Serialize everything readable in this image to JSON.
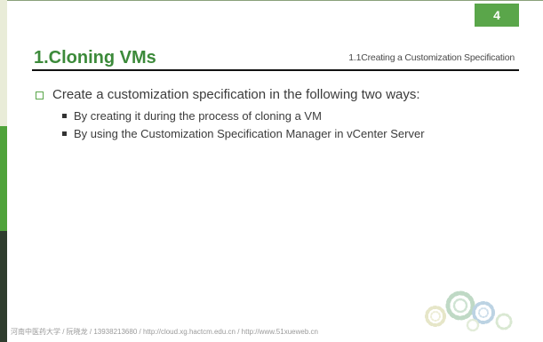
{
  "slide": {
    "page_number": "4",
    "title": "1.Cloning VMs",
    "subtitle": "1.1Creating a Customization Specification",
    "main_bullet": "Create a customization specification in the following two ways:",
    "sub_bullets": [
      "By creating it during the process of cloning a VM",
      "By using the Customization Specification Manager in vCenter Server"
    ],
    "footer": "河南中医药大学 / 阮晓龙 / 13938213680 / http://cloud.xg.hactcm.edu.cn / http://www.51xueweb.cn"
  },
  "colors": {
    "accent_green": "#5aa64a",
    "title_green": "#3c8a3a",
    "dark_band": "#2f3d2e"
  },
  "icons": {
    "decoration": "gears-icon"
  }
}
